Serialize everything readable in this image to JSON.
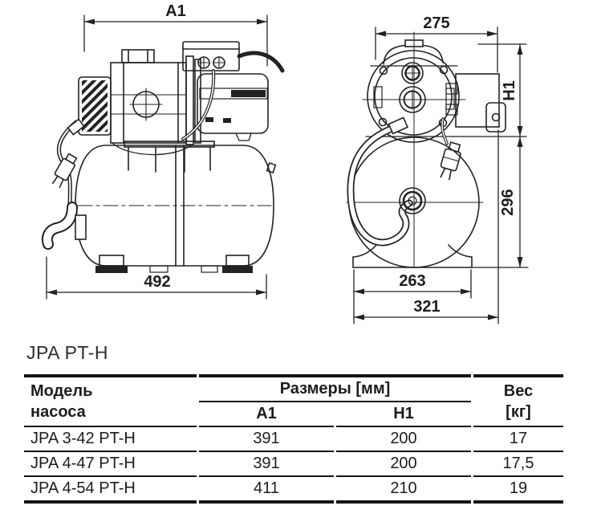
{
  "product_title": "JPA PT-H",
  "colors": {
    "line": "#222222",
    "text": "#1d1d1d"
  },
  "drawings": {
    "side_view": {
      "dim_length_top": "A1",
      "dim_length_bottom": "492"
    },
    "front_view": {
      "dim_width_top": "275",
      "dim_height_upper": "H1",
      "dim_height_lower": "296",
      "dim_base_width": "263",
      "dim_overall_width": "321"
    }
  },
  "table": {
    "header": {
      "model_line1": "Модель",
      "model_line2": "насоса",
      "dimensions_group": "Размеры [мм]",
      "col_a1": "A1",
      "col_h1": "H1",
      "weight_line1": "Вес",
      "weight_line2": "[кг]"
    },
    "rows": [
      {
        "model": "JPA 3-42 PT-H",
        "a1": "391",
        "h1": "200",
        "weight": "17"
      },
      {
        "model": "JPA 4-47 PT-H",
        "a1": "391",
        "h1": "200",
        "weight": "17,5"
      },
      {
        "model": "JPA 4-54 PT-H",
        "a1": "411",
        "h1": "210",
        "weight": "19"
      }
    ]
  }
}
